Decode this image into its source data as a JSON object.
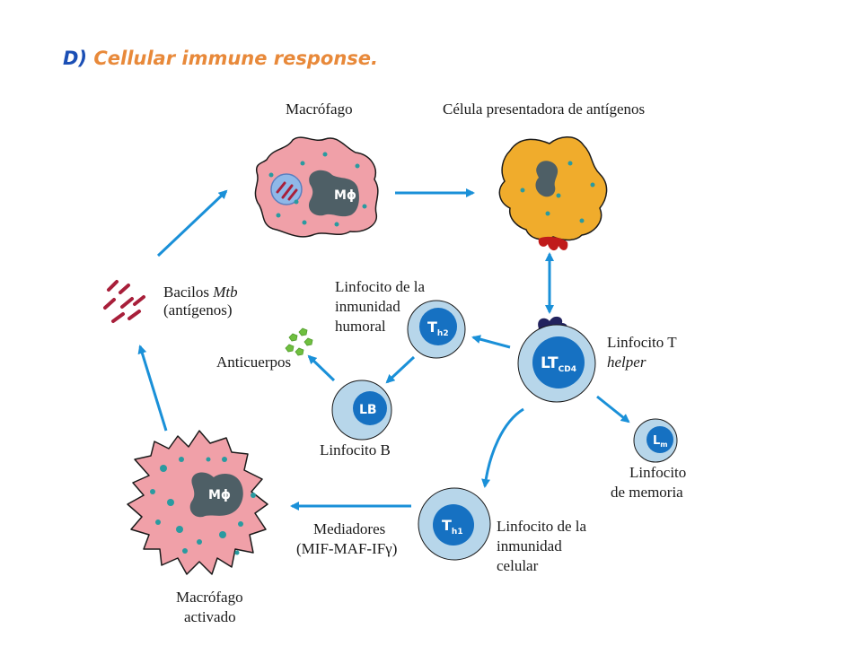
{
  "title": {
    "letter": "D)",
    "text": "Cellular immune response."
  },
  "colors": {
    "arrow": "#1a90d8",
    "macrophage": "#f0a0a8",
    "apc": "#f0ac2c",
    "lymph_outer": "#b7d6ea",
    "lymph_inner": "#1671c2",
    "nucleus": "#4e5f66",
    "antigen_red": "#c01b1b",
    "bacilli": "#a81f3a",
    "antibody": "#6fbf3f"
  },
  "nodes": {
    "macrofago": {
      "label": "Macrófago",
      "cell_text": "Mϕ"
    },
    "apc": {
      "label": "Célula presentadora de antígenos"
    },
    "bacilos": {
      "label_line1_a": "Bacilos ",
      "label_line1_b": "Mtb",
      "label_line2": "(antígenos)"
    },
    "th2": {
      "label_lines": [
        "Linfocito de la",
        "inmunidad",
        "humoral"
      ],
      "cell_main": "T",
      "cell_sub": "h2"
    },
    "anticuerpos": {
      "label": "Anticuerpos"
    },
    "lb": {
      "label": "Linfocito B",
      "cell_text": "LB"
    },
    "lt": {
      "label_line1": "Linfocito T",
      "label_line2": "helper",
      "cell_main": "LT",
      "cell_sub": "CD4"
    },
    "lm": {
      "label_lines": [
        "Linfocito",
        "de memoria"
      ],
      "cell_main": "L",
      "cell_sub": "m"
    },
    "th1": {
      "label_lines": [
        "Linfocito de la",
        "inmunidad",
        "celular"
      ],
      "cell_main": "T",
      "cell_sub": "h1"
    },
    "mediadores": {
      "label_line1": "Mediadores",
      "label_line2": "(MIF-MAF-IFγ)"
    },
    "macrofago_activado": {
      "label_lines": [
        "Macrófago",
        "activado"
      ],
      "cell_text": "Mϕ"
    }
  }
}
